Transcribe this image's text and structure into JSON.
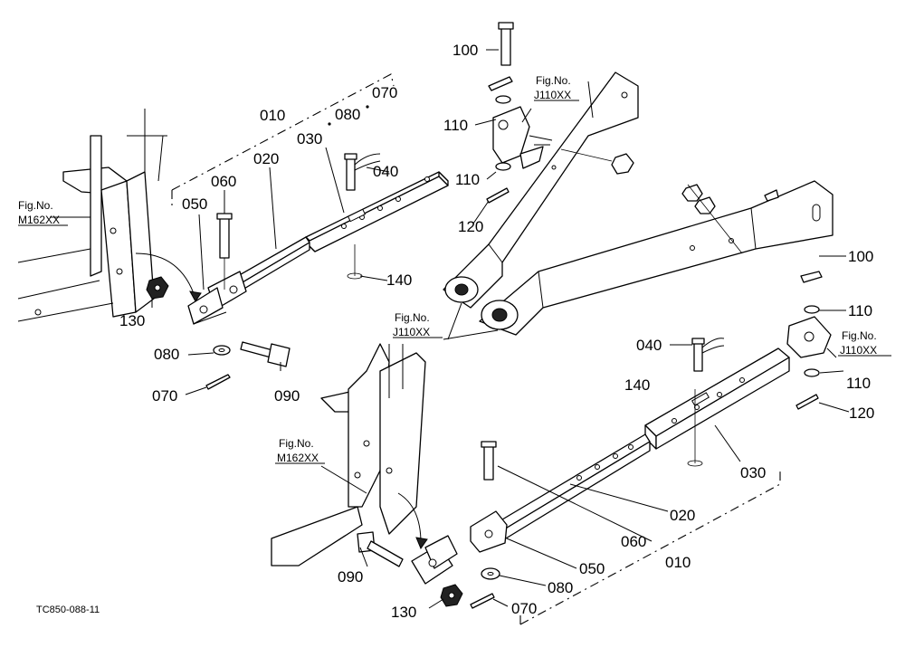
{
  "diagram_code": "TC850-088-11",
  "figure_refs": {
    "label_prefix": "Fig.No.",
    "ref_top_right_pin": "J110XX",
    "ref_left_upper": "M162XX",
    "ref_center": "J110XX",
    "ref_right_lower": "J110XX",
    "ref_left_lower": "M162XX"
  },
  "callouts": {
    "c100_top": "100",
    "c110_a": "110",
    "c110_b": "110",
    "c120_top": "120",
    "c010_top": "010",
    "c080_top": "080",
    "c070_top": "070",
    "c030_top": "030",
    "c020_top": "020",
    "c040_top": "040",
    "c060_top": "060",
    "c050_top": "050",
    "c140_top": "140",
    "c130_top": "130",
    "c080_left": "080",
    "c070_left": "070",
    "c090_left": "090",
    "c100_right": "100",
    "c110_c": "110",
    "c110_d": "110",
    "c120_right": "120",
    "c040_right": "040",
    "c140_right": "140",
    "c030_right": "030",
    "c020_bottom": "020",
    "c060_bottom": "060",
    "c010_bottom": "010",
    "c050_bottom": "050",
    "c080_bottom": "080",
    "c070_bottom": "070",
    "c090_bottom": "090",
    "c130_bottom": "130"
  }
}
